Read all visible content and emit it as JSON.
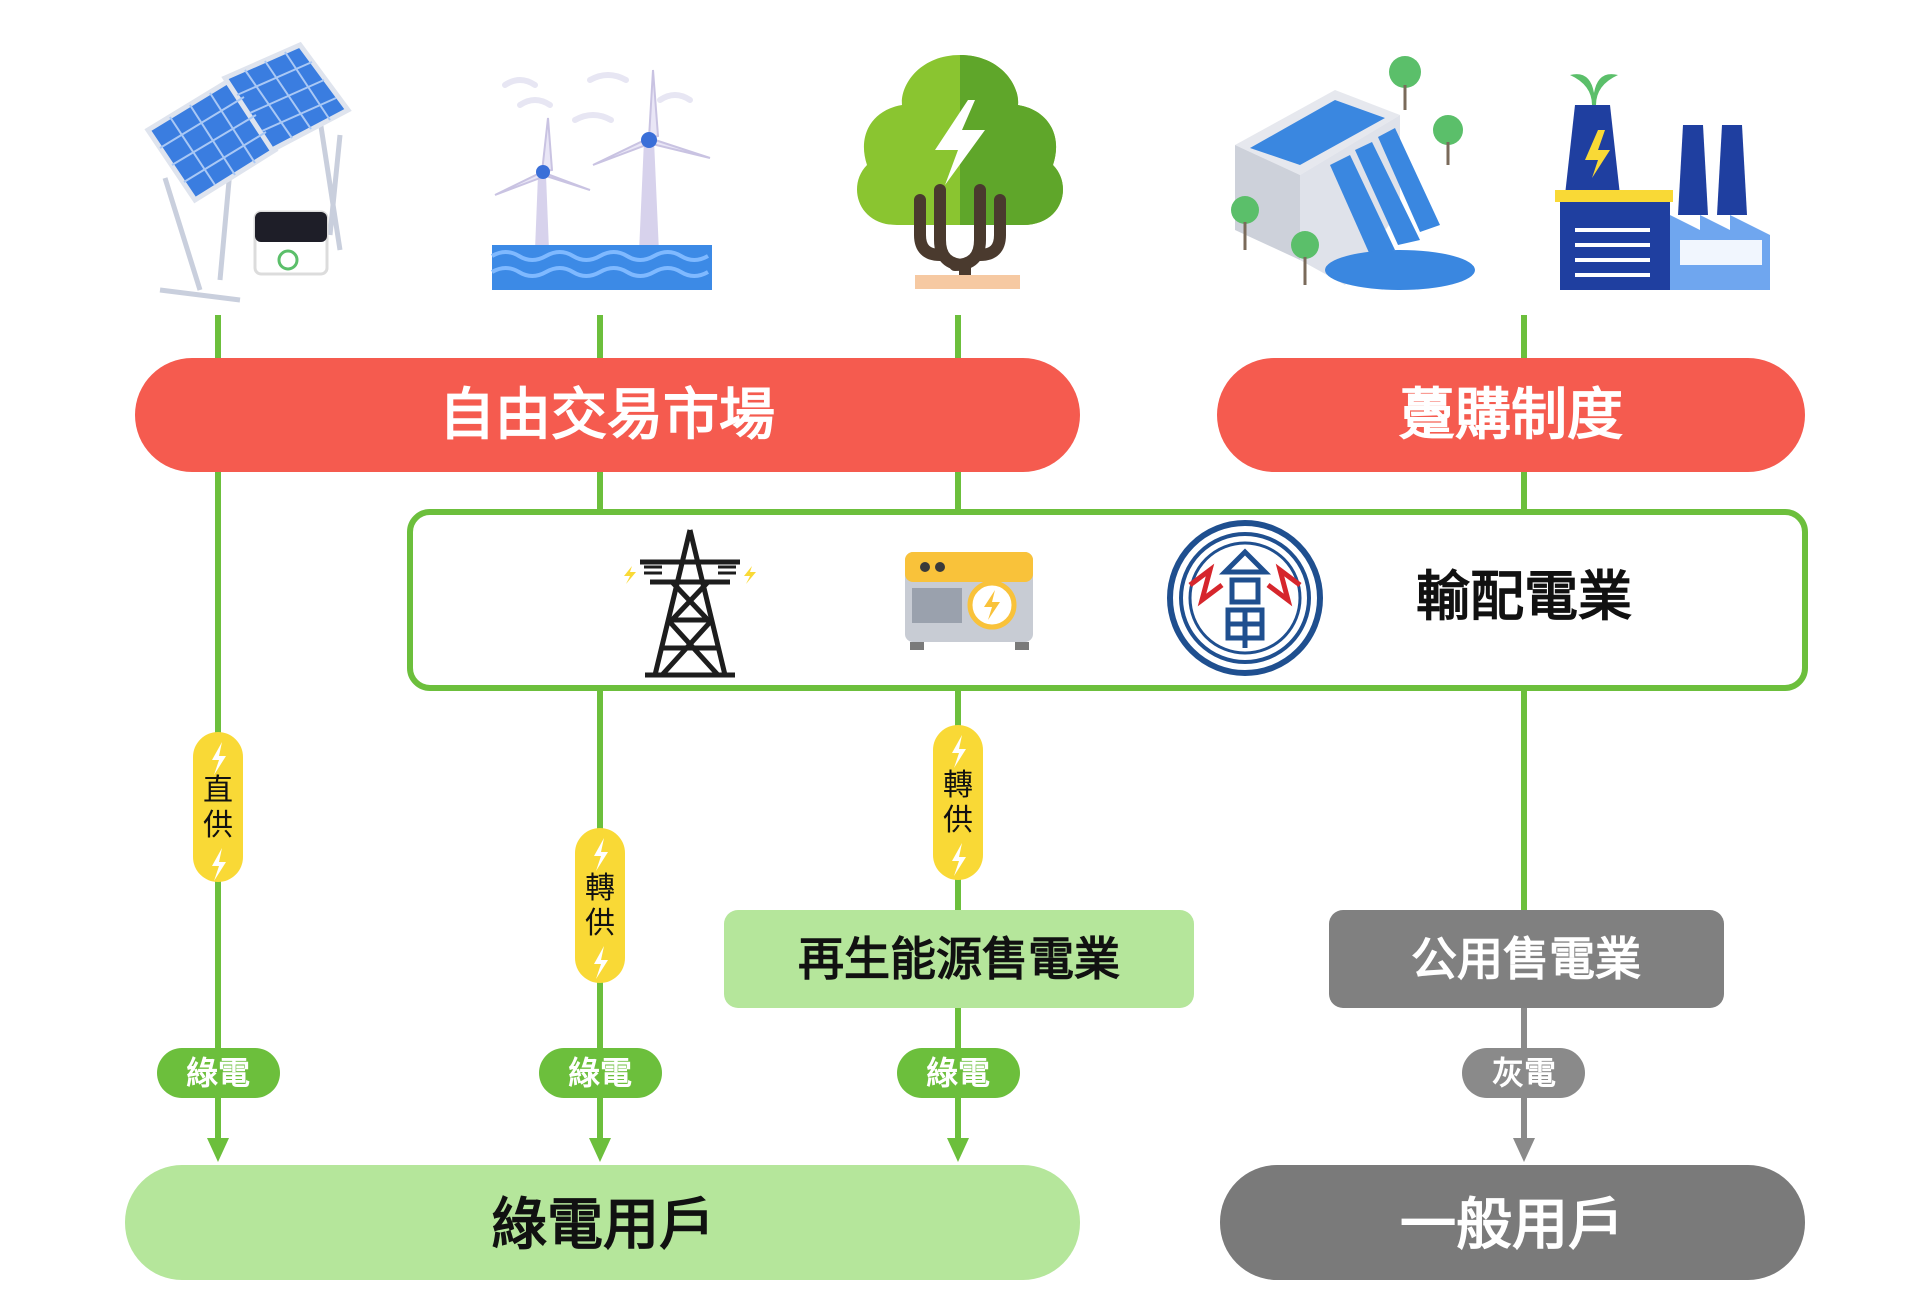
{
  "sources": [
    {
      "name": "solar-panel-battery-icon"
    },
    {
      "name": "offshore-wind-turbine-icon"
    },
    {
      "name": "green-tree-energy-icon"
    },
    {
      "name": "hydro-dam-icon"
    },
    {
      "name": "green-factory-icon"
    }
  ],
  "markets": {
    "free_market": "自由交易市場",
    "fit_system": "躉購制度"
  },
  "grid": {
    "label": "輸配電業",
    "icons": [
      "transmission-tower-icon",
      "generator-icon",
      "taipower-logo-icon"
    ]
  },
  "supply_modes": {
    "direct": [
      "直",
      "供"
    ],
    "wheeling_1": [
      "轉",
      "供"
    ],
    "wheeling_2": [
      "轉",
      "供"
    ]
  },
  "retailers": {
    "renewable": "再生能源售電業",
    "public": "公用售電業"
  },
  "power_tags": {
    "green_1": "綠電",
    "green_2": "綠電",
    "green_3": "綠電",
    "grey": "灰電"
  },
  "consumers": {
    "green": "綠電用戶",
    "general": "一般用戶"
  },
  "colors": {
    "line_green": "#6cbf3c",
    "market_red": "#f55b4f",
    "light_green": "#b5e69b",
    "grey": "#808080",
    "tag_green": "#6cbf3c",
    "tag_grey": "#8a8a8a",
    "badge_yellow": "#f9d936"
  }
}
